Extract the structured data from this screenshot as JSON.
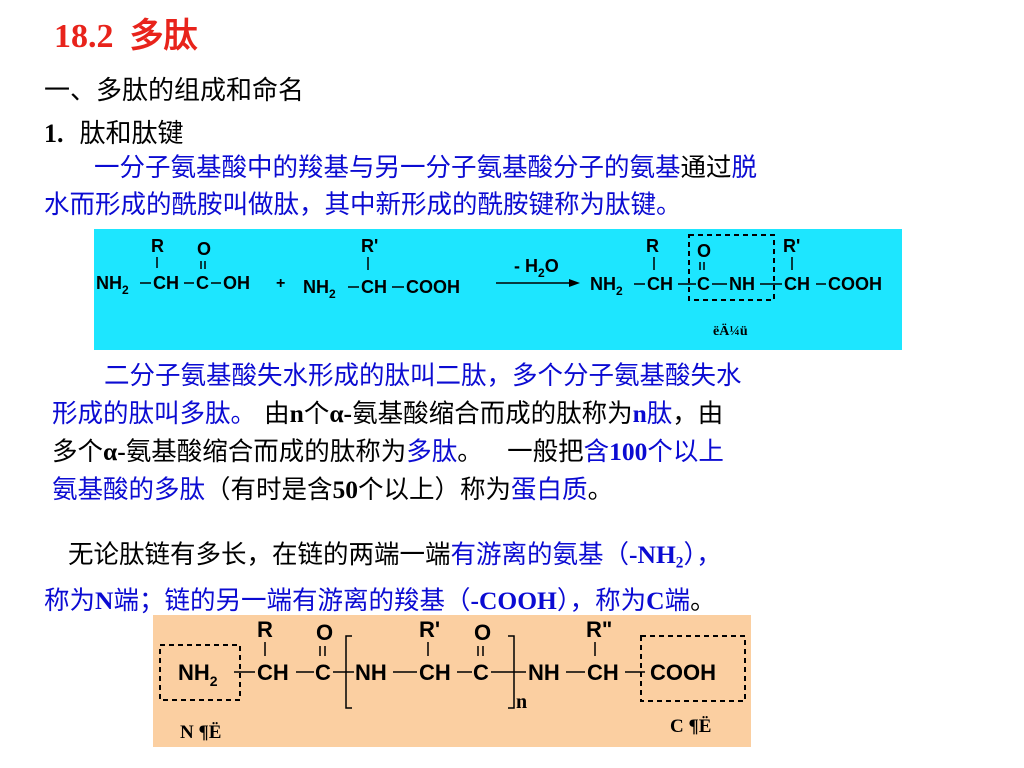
{
  "title": {
    "number": "18.2",
    "text": "多肽"
  },
  "heading1": "一、多肽的组成和命名",
  "heading2": {
    "number": "1.",
    "text": "肽和肽键"
  },
  "para1": {
    "line1": {
      "blue": "一分子氨基酸中的羧基与另一分子氨基酸分子的氨基",
      "black": "通过",
      "blue2": "脱"
    },
    "line2": {
      "blue": "水而形成的酰胺叫做肽，其中新形成的酰胺键称为肽键。"
    }
  },
  "reaction1": {
    "r": "R",
    "r_prime": "R'",
    "o": "O",
    "oh": "OH",
    "nh2": "NH",
    "nh2_sub": "2",
    "ch": "CH",
    "c": "C",
    "nh": "NH",
    "cooh": "COOH",
    "plus": "+",
    "minus_h2o": "- H",
    "h2o_sub": "2",
    "h2o_o": "O",
    "garbled_label": "ëÄ¼ü"
  },
  "para2": {
    "line1": "二分子氨基酸失水形成的肽叫二肽，多个分子氨基酸失水",
    "line2_blue": "形成的肽叫多肽。",
    "line2_a": " 由",
    "line2_n1": "n",
    "line2_b": "个",
    "line2_alpha": "α-",
    "line2_c": "氨基酸缩合而成的肽称为",
    "line2_n2": "n",
    "line2_d": "肽",
    "line2_e": "，由",
    "line3_a": "多个",
    "line3_alpha": "α-",
    "line3_b": "氨基酸缩合而成的肽称为",
    "line3_blue": "多肽",
    "line3_c": "。   一般把",
    "line3_blue2a": "含",
    "line3_blue2b": "100",
    "line3_blue2c": "个以上",
    "line4_blue": "氨基酸的多肽",
    "line4_a": "（有时是含",
    "line4_b": "50",
    "line4_c": "个以上）称为",
    "line4_blue2": "蛋白质",
    "line4_d": "。"
  },
  "para3": {
    "line1_a": "无论肽链有多长，在链的两端一端",
    "line1_blue": "有游离的氨基（",
    "line1_nh2": "-NH",
    "line1_sub": "2",
    "line1_end": "），",
    "line2_a": "称为",
    "line2_n": "N",
    "line2_b": "端；链的另一端有游离的羧基（",
    "line2_cooh": "-COOH",
    "line2_c": "），称为",
    "line2_cc": "C",
    "line2_d": "端",
    "line2_e": "。"
  },
  "chain": {
    "r": "R",
    "r1": "R'",
    "r2": "R\"",
    "o": "O",
    "nh2": "NH",
    "nh2_sub": "2",
    "ch": "CH",
    "c": "C",
    "nh": "NH",
    "cooh": "COOH",
    "n": "n",
    "n_label": "N ¶Ë",
    "c_label": "C ¶Ë"
  },
  "colors": {
    "title": "#e8231b",
    "blue_text": "#0b0bd2",
    "reaction_bg": "#1de6ff",
    "chain_bg": "#fbcfa1"
  }
}
